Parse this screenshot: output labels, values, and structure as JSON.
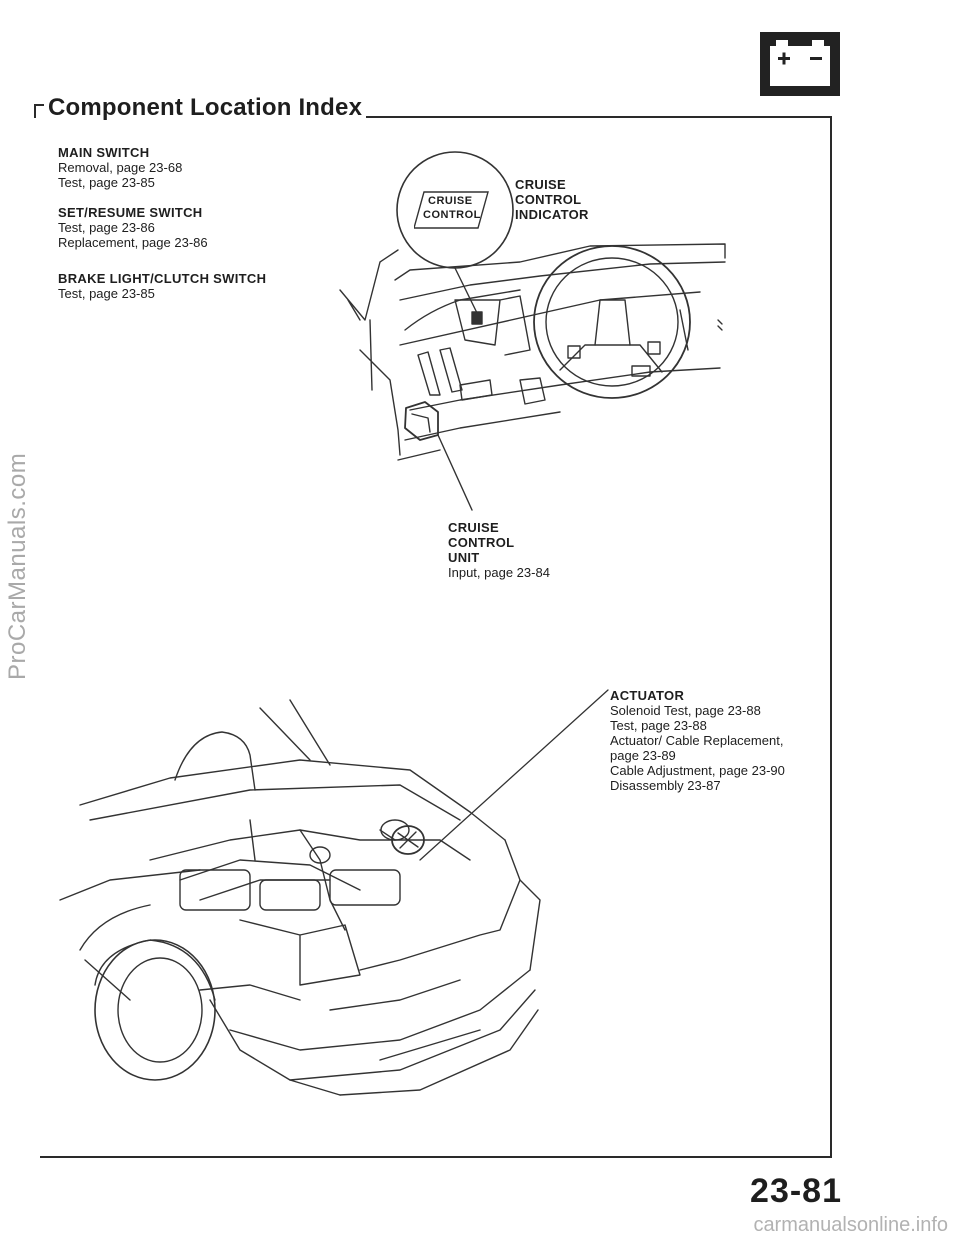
{
  "header": {
    "title": "Component Location Index"
  },
  "icons": {
    "battery": "battery-icon",
    "cruise_badge": "cruise-control-indicator-icon"
  },
  "main_switch": {
    "heading": "MAIN SWITCH",
    "lines": [
      "Removal, page 23-68",
      "Test, page 23-85"
    ]
  },
  "set_resume_switch": {
    "heading": "SET/RESUME SWITCH",
    "lines": [
      "Test, page 23-86",
      "Replacement, page 23-86"
    ]
  },
  "brake_switch": {
    "heading": "BRAKE LIGHT/CLUTCH SWITCH",
    "lines": [
      "Test, page 23-85"
    ]
  },
  "indicator": {
    "badge_line1": "CRUISE",
    "badge_line2": "CONTROL",
    "heading_lines": [
      "CRUISE",
      "CONTROL",
      "INDICATOR"
    ]
  },
  "control_unit": {
    "heading_lines": [
      "CRUISE",
      "CONTROL",
      "UNIT"
    ],
    "lines": [
      "Input, page 23-84"
    ]
  },
  "actuator": {
    "heading": "ACTUATOR",
    "lines": [
      "Solenoid Test, page 23-88",
      "Test, page 23-88",
      "Actuator/ Cable Replacement,",
      "page 23-89",
      "Cable Adjustment, page 23-90",
      "Disassembly 23-87"
    ]
  },
  "footer": {
    "page_number": "23-81"
  },
  "watermarks": {
    "side": "ProCarManuals.com",
    "bottom": "carmanualsonline.info"
  }
}
